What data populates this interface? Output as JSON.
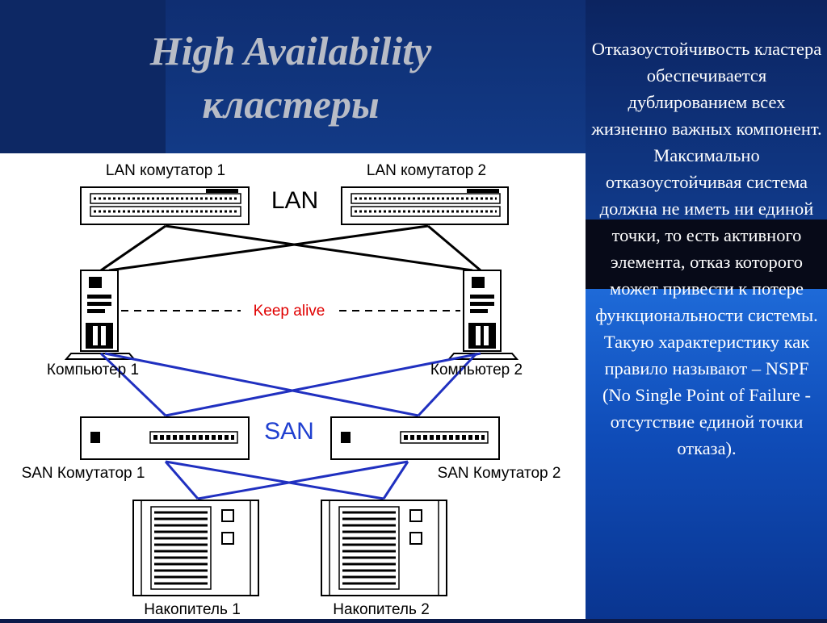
{
  "title": {
    "line1": "High Availability",
    "line2": "кластеры"
  },
  "description": "Отказоустойчивость кластера обеспечивается дублированием всех жизненно важных компонент. Максимально отказоустойчивая система должна не иметь ни единой точки, то есть активного элемента, отказ которого может привести к потере функциональности системы. Такую характеристику как правило называют – NSPF (No Single Point of Failure -  отсутствие единой точки отказа).",
  "diagram": {
    "lan_switch_1": "LAN комутатор 1",
    "lan_switch_2": "LAN комутатор 2",
    "lan": "LAN",
    "keep_alive": "Keep alive",
    "computer_1": "Компьютер 1",
    "computer_2": "Компьютер 2",
    "san": "SAN",
    "san_switch_1": "SAN Комутатор 1",
    "san_switch_2": "SAN Комутатор 2",
    "storage_1": "Накопитель 1",
    "storage_2": "Накопитель 2"
  },
  "colors": {
    "san_links": "#2030c0",
    "keep_alive": "#e00000",
    "san_label": "#2040d0"
  }
}
